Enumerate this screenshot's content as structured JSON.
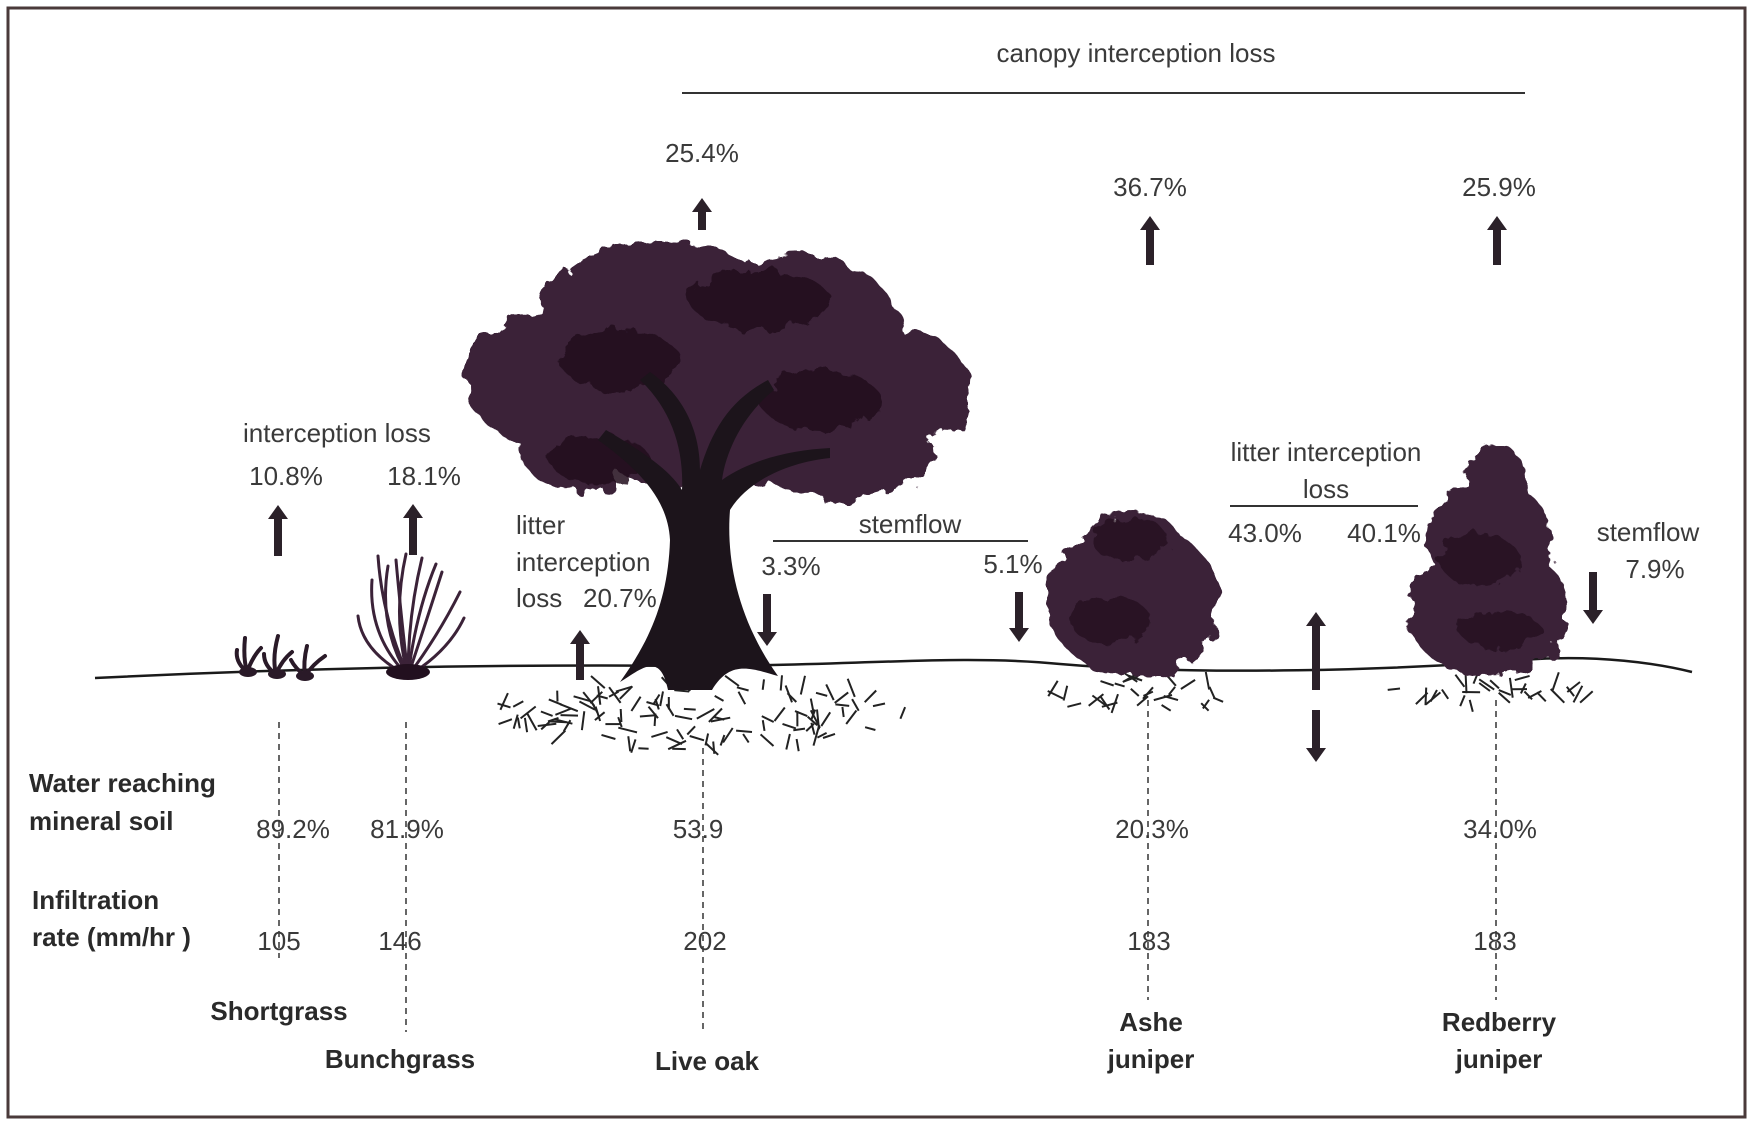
{
  "canopy_interception": {
    "title": "canopy interception loss",
    "live_oak": "25.4%",
    "ashe_juniper": "36.7%",
    "redberry_juniper": "25.9%"
  },
  "grass_interception": {
    "title": "interception loss",
    "shortgrass": "10.8%",
    "bunchgrass": "18.1%"
  },
  "oak_litter": {
    "line1": "litter",
    "line2": "interception",
    "line3": "loss",
    "value": "20.7%"
  },
  "oak_stemflow": {
    "title": "stemflow",
    "left": "3.3%",
    "right": "5.1%"
  },
  "juniper_litter": {
    "line1": "litter interception",
    "line2": "loss",
    "ashe": "43.0%",
    "redberry": "40.1%"
  },
  "redberry_stemflow": {
    "title": "stemflow",
    "value": "7.9%"
  },
  "rows": {
    "water_line1": "Water reaching",
    "water_line2": "mineral soil",
    "infil_line1": "Infiltration",
    "infil_line2": "rate (mm/hr )"
  },
  "species": [
    {
      "name_line1": "Shortgrass",
      "name_line2": "",
      "water": "89.2%",
      "infiltration": "105"
    },
    {
      "name_line1": "Bunchgrass",
      "name_line2": "",
      "water": "81.9%",
      "infiltration": "146"
    },
    {
      "name_line1": "Live oak",
      "name_line2": "",
      "water": "53.9",
      "infiltration": "202"
    },
    {
      "name_line1": "Ashe",
      "name_line2": "juniper",
      "water": "20.3%",
      "infiltration": "183"
    },
    {
      "name_line1": "Redberry",
      "name_line2": "juniper",
      "water": "34.0%",
      "infiltration": "183"
    }
  ],
  "colors": {
    "foliage": "#3b2238",
    "foliage_dark": "#22101f",
    "trunk": "#1c141b",
    "arrow": "#2b2129",
    "ground": "#1a1a1a",
    "frame": "#4a3a3a"
  }
}
